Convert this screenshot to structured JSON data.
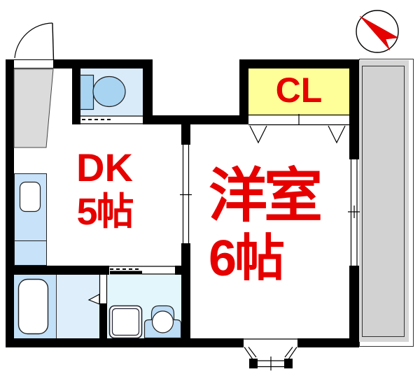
{
  "title": "apartment-floor-plan",
  "rooms": {
    "dk": {
      "name": "DK",
      "size": "5帖"
    },
    "western_room": {
      "name": "洋室",
      "size": "6帖"
    },
    "closet": {
      "label": "CL"
    }
  },
  "fixtures": [
    "entrance-door",
    "genkan-step",
    "toilet",
    "kitchen-counter-sink",
    "bathtub",
    "washing-machine-pan",
    "washbasin",
    "bay-window",
    "balcony",
    "sliding-window",
    "closet-folding-doors",
    "compass-north-arrow"
  ],
  "colors": {
    "label_red": "#e60000",
    "wall_black": "#000000",
    "closet_yellow": "#ffff99",
    "toilet_room_blue": "#d9ebf9",
    "fixture_blue": "#a9d4f1",
    "kitchen_counter_blue": "#c7e2f9",
    "bathroom_blue": "#c2e0f8",
    "changing_room_blue": "#deeefb",
    "washroom_cyan": "#e3f6fb",
    "washbasin_blue": "#bddcf6",
    "balcony_gray": "#d6d6d6",
    "genkan_gray": "#dbdbdb"
  }
}
